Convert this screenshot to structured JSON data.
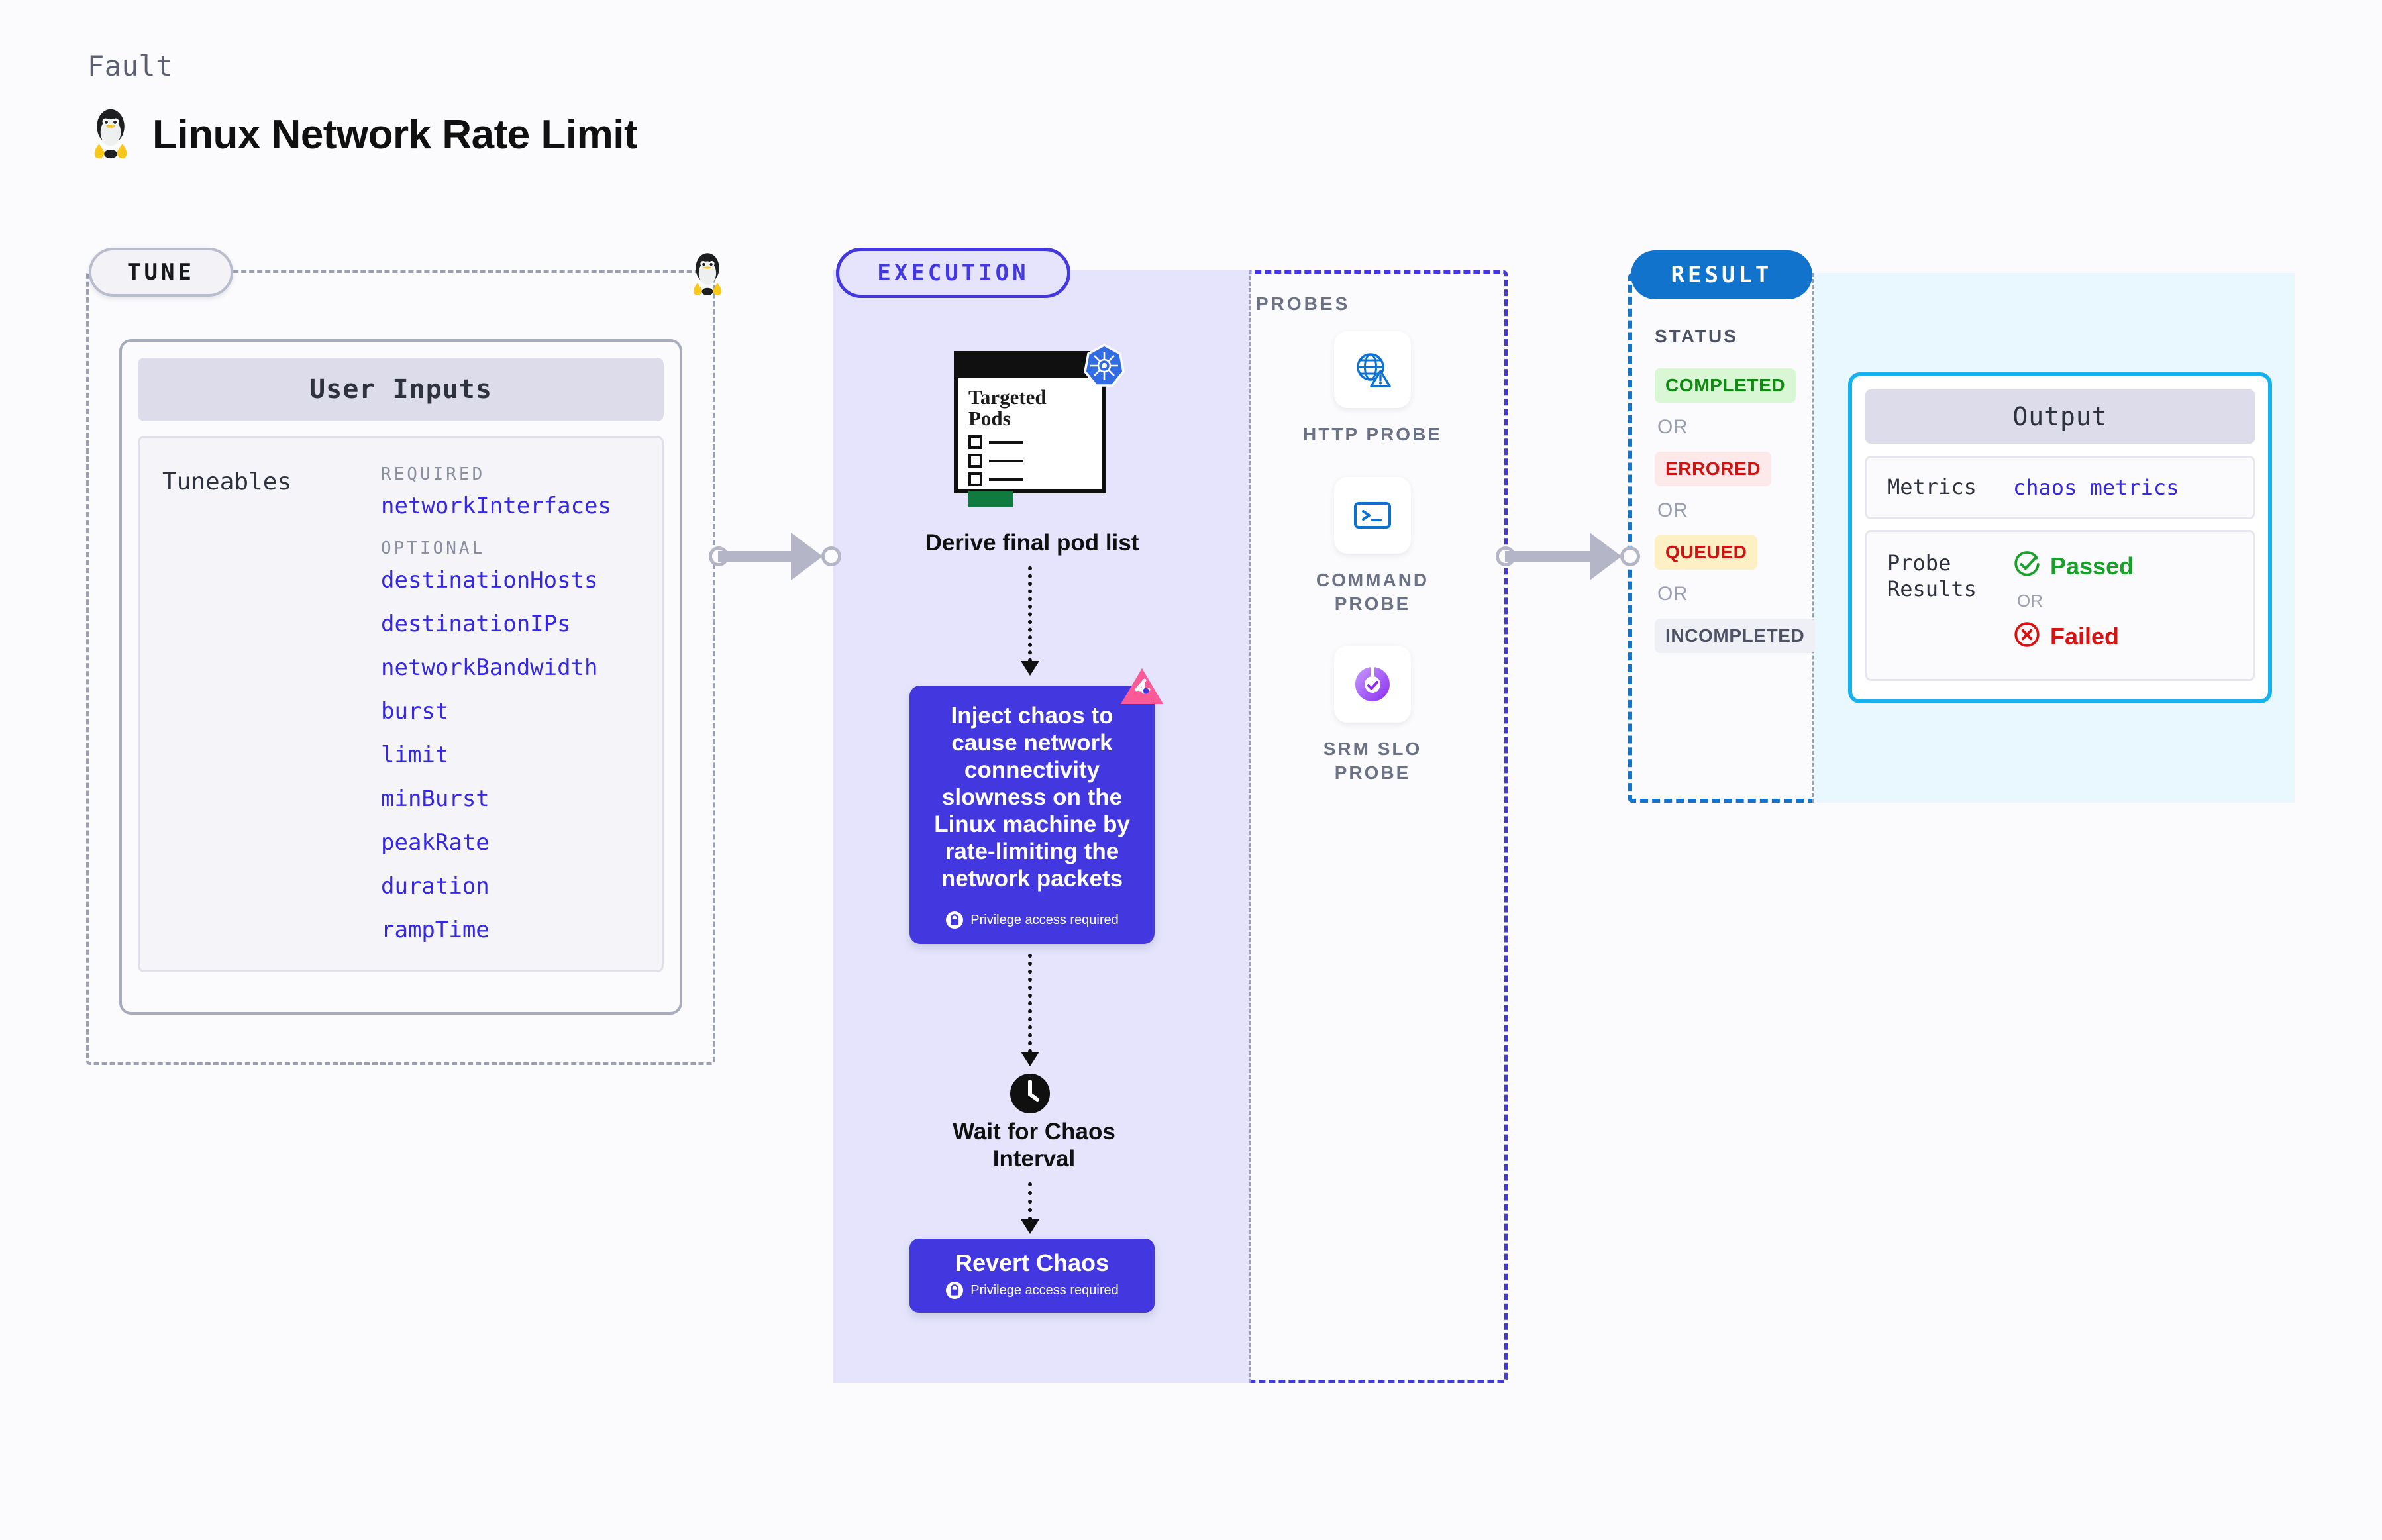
{
  "header": {
    "kicker": "Fault",
    "title": "Linux Network Rate Limit",
    "icon": "linux-penguin-icon"
  },
  "tune": {
    "pill_label": "TUNE",
    "card_title": "User Inputs",
    "tuneables_label": "Tuneables",
    "groups": [
      {
        "label": "REQUIRED",
        "items": [
          "networkInterfaces"
        ]
      },
      {
        "label": "OPTIONAL",
        "items": [
          "destinationHosts",
          "destinationIPs",
          "networkBandwidth",
          "burst",
          "limit",
          "minBurst",
          "peakRate",
          "duration",
          "rampTime"
        ]
      }
    ]
  },
  "execution": {
    "pill_label": "EXECUTION",
    "pods_card": {
      "title": "Targeted Pods",
      "badge_icon": "kubernetes-icon"
    },
    "pods_caption": "Derive final pod list",
    "inject": {
      "text": "Inject chaos to cause network connectivity slowness on the Linux machine by rate-limiting the network packets",
      "privilege_note": "Privilege access required",
      "badge_icon": "litmuschaos-icon"
    },
    "wait": {
      "icon": "clock-icon",
      "caption": "Wait for Chaos Interval"
    },
    "revert": {
      "title": "Revert Chaos",
      "privilege_note": "Privilege access required"
    }
  },
  "probes": {
    "section_label": "PROBES",
    "items": [
      {
        "label": "HTTP PROBE",
        "icon": "globe-warning-icon"
      },
      {
        "label": "COMMAND PROBE",
        "icon": "terminal-icon"
      },
      {
        "label": "SRM SLO PROBE",
        "icon": "slo-donut-check-icon"
      }
    ]
  },
  "result": {
    "pill_label": "RESULT",
    "status_label": "STATUS",
    "or_label": "OR",
    "statuses": [
      {
        "label": "COMPLETED",
        "style": "completed"
      },
      {
        "label": "ERRORED",
        "style": "errored"
      },
      {
        "label": "QUEUED",
        "style": "queued"
      },
      {
        "label": "INCOMPLETED",
        "style": "incomplete"
      }
    ],
    "output": {
      "title": "Output",
      "metrics_key": "Metrics",
      "metrics_value": "chaos metrics",
      "probe_key": "Probe Results",
      "passed_label": "Passed",
      "failed_label": "Failed",
      "or_label": "OR"
    }
  },
  "colors": {
    "accent_purple": "#4338e0",
    "accent_blue": "#1273cd",
    "accent_cyan": "#16b2ee",
    "exec_fill": "#e5e4fc",
    "output_fill": "#e9f8fe",
    "passed_green": "#18a02a",
    "failed_red": "#d81111",
    "litmus_pink": "#fb5a96"
  }
}
